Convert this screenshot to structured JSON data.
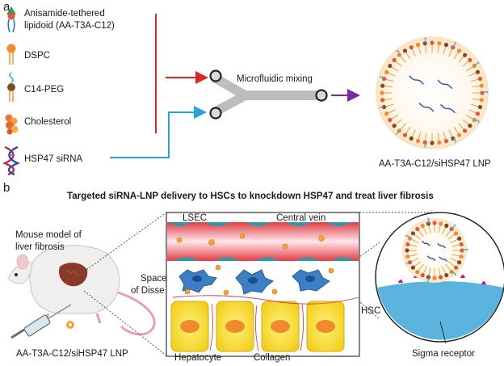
{
  "panel_a": {
    "letter": "a",
    "components": [
      {
        "label_line1": "Anisamide-tethered",
        "label_line2": "lipidoid (AA-T3A-C12)",
        "icon": "anisamide-lipidoid-icon"
      },
      {
        "label_line1": "DSPC",
        "icon": "dspc-lipid-icon"
      },
      {
        "label_line1": "C14-PEG",
        "icon": "c14-peg-lipid-icon"
      },
      {
        "label_line1": "Cholesterol",
        "icon": "cholesterol-icon"
      },
      {
        "label_line1": "HSP47 siRNA",
        "icon": "sirna-helix-icon"
      }
    ],
    "mixing_label": "Microfluidic mixing",
    "product_label": "AA-T3A-C12/siHSP47 LNP"
  },
  "panel_b": {
    "letter": "b",
    "title": "Targeted siRNA-LNP delivery to HSCs to knockdown HSP47 and treat liver fibrosis",
    "mouse_label_line1": "Mouse model of",
    "mouse_label_line2": "liver fibrosis",
    "injection_label": "AA-T3A-C12/siHSP47 LNP",
    "tissue_labels": {
      "lsec": "LSEC",
      "central_vein": "Central vein",
      "space_line1": "Space",
      "space_line2": "of Disse",
      "hsc": "HSC",
      "hepatocyte": "Hepatocyte",
      "collagen": "Collagen"
    },
    "receptor_label": "Sigma receptor"
  },
  "colors": {
    "red_line": "#d42a20",
    "blue_line": "#29a3d6",
    "purple_arrow": "#7b2b9c",
    "channel_gray": "#bdbdbd",
    "vessel_red": "#e8545a",
    "hsc_blue": "#3d7fc4",
    "hepatocyte_yellow": "#f7dc3c",
    "cell_blue": "#5ab4dd"
  }
}
